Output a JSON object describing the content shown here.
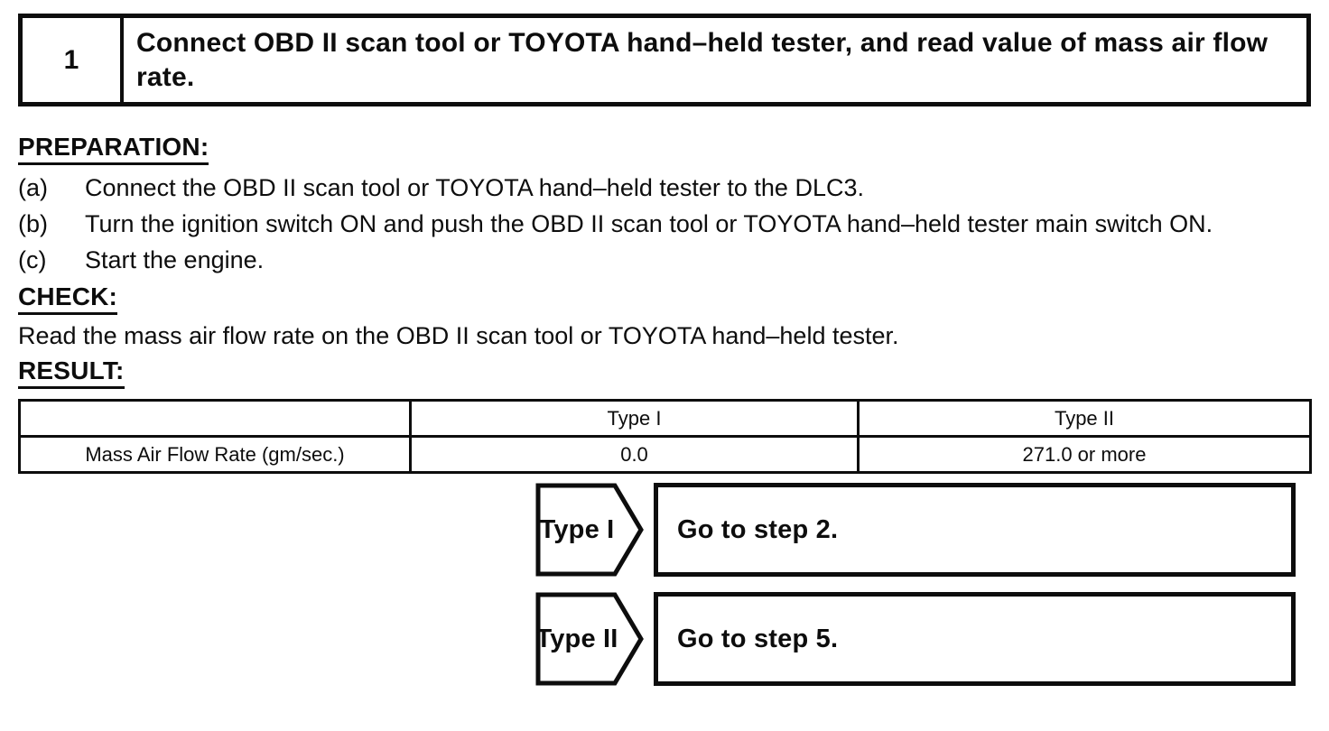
{
  "step": {
    "number": "1",
    "instruction": "Connect OBD II scan tool or TOYOTA hand–held tester, and read value of mass air flow rate."
  },
  "preparation": {
    "heading": "PREPARATION:",
    "items": [
      {
        "label": "(a)",
        "text": "Connect the OBD II scan tool or TOYOTA hand–held tester to the DLC3."
      },
      {
        "label": "(b)",
        "text": "Turn the ignition switch ON and push the OBD II scan tool or TOYOTA hand–held tester main switch ON."
      },
      {
        "label": "(c)",
        "text": "Start the engine."
      }
    ]
  },
  "check": {
    "heading": "CHECK:",
    "text": "Read the mass air flow rate on the OBD II scan tool or TOYOTA hand–held tester."
  },
  "result": {
    "heading": "RESULT:",
    "table": {
      "columns": [
        "",
        "Type I",
        "Type II"
      ],
      "rows": [
        [
          "Mass Air Flow Rate (gm/sec.)",
          "0.0",
          "271.0 or more"
        ]
      ]
    },
    "branches": [
      {
        "condition": "Type I",
        "action": "Go to step 2."
      },
      {
        "condition": "Type II",
        "action": "Go to step 5."
      }
    ]
  },
  "colors": {
    "ink": "#0d0d0d",
    "paper": "#ffffff"
  }
}
